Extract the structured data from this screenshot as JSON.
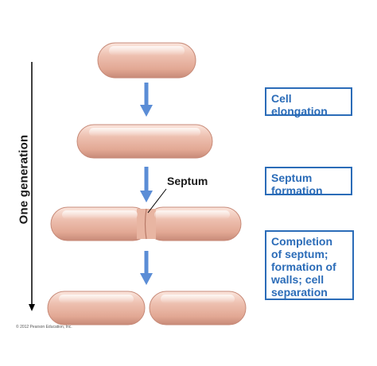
{
  "diagram": {
    "generation_label": "One generation",
    "septum_label": "Septum",
    "stages": [
      {
        "lines": [
          "Cell",
          "elongation"
        ]
      },
      {
        "lines": [
          "Septum",
          "formation"
        ]
      },
      {
        "lines": [
          "Completion",
          "of septum;",
          "formation of",
          "walls; cell",
          "separation"
        ]
      }
    ],
    "copyright": "© 2012 Pearson Education, Inc."
  },
  "colors": {
    "cell_fill": "#e8b5a2",
    "cell_shadow": "#c78a78",
    "cell_highlight": "#fbe6dd",
    "arrow": "#5b8dd6",
    "box_border": "#2b6cb8",
    "box_text": "#2b6cb8",
    "timeline": "#000000"
  }
}
